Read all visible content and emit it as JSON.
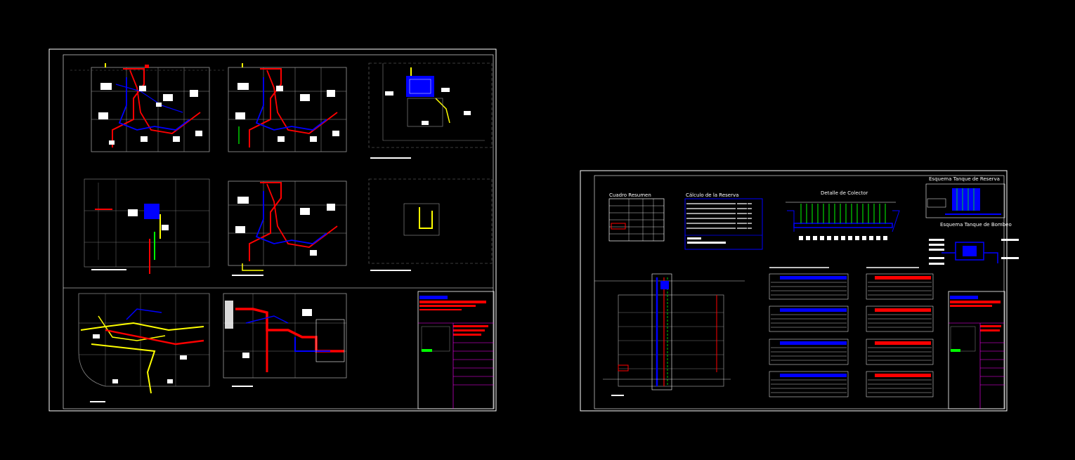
{
  "colors": {
    "background": "#000000",
    "frame": "#ffffff",
    "wall": "#a0a0a0",
    "hot_water": "#ff0000",
    "cold_water": "#0000ff",
    "supply": "#ffff00",
    "grey_pipe": "#888888",
    "green": "#00ff00",
    "magenta": "#ff00ff",
    "cyan": "#00ffff"
  },
  "sheet2": {
    "titles": {
      "cuadro_resumen": "Cuadro Resumen",
      "calculo_reserva": "Cálculo de la Reserva",
      "detalle_colector": "Detalle de Colector",
      "esquema_tanque_reserva": "Esquema Tanque de Reserva",
      "esquema_tanque_bombeo": "Esquema Tanque de Bombeo"
    }
  }
}
